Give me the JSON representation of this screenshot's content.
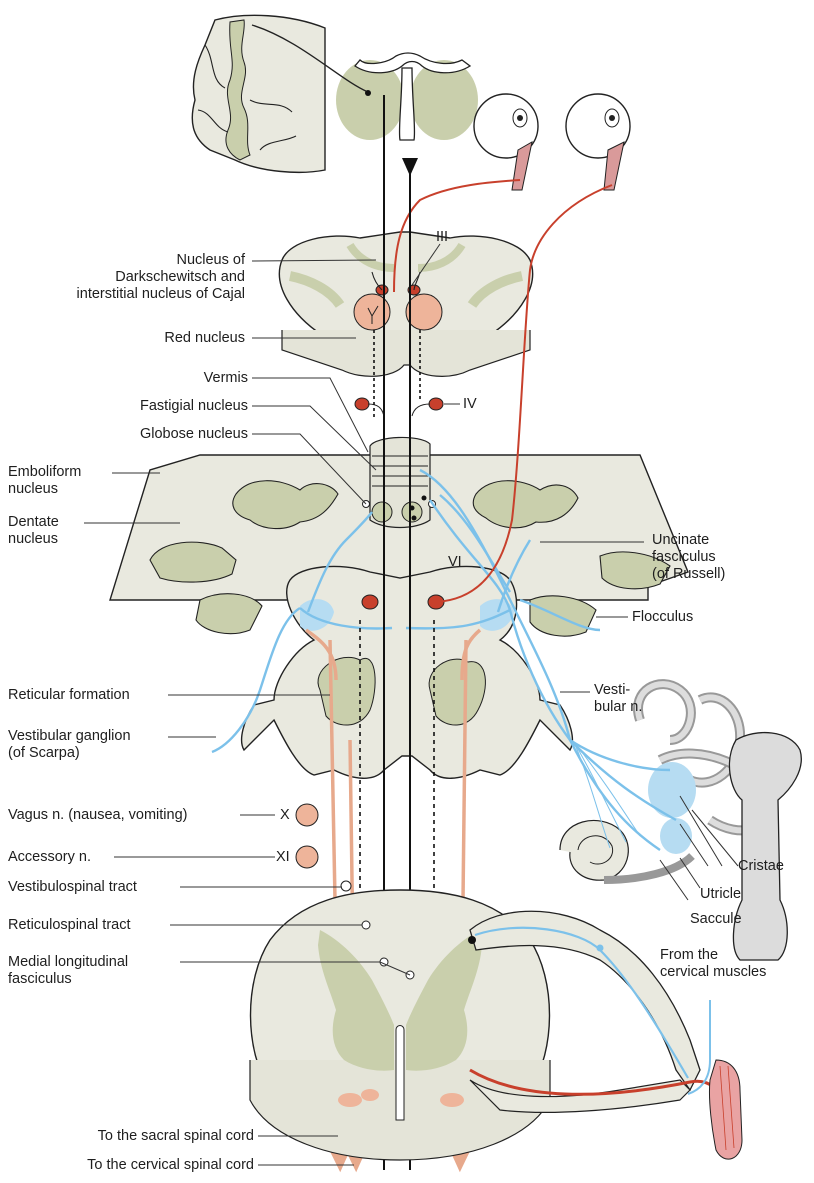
{
  "colors": {
    "tissue": "#e9e9df",
    "grey_matter": "#c9cfac",
    "outline": "#222222",
    "vestibular_blue": "#7cc1ea",
    "motor_red": "#c8402c",
    "tract_salmon": "#e7a98c",
    "nucleus_fill": "#eeb49a"
  },
  "labels": {
    "darkschewitsch": "Nucleus of\nDarkschewitsch and\ninterstitial nucleus of Cajal",
    "red_nucleus": "Red nucleus",
    "vermis": "Vermis",
    "fastigial": "Fastigial nucleus",
    "globose": "Globose nucleus",
    "emboliform": "Emboliform\nnucleus",
    "dentate": "Dentate\nnucleus",
    "reticular": "Reticular formation",
    "vestibular_ganglion": "Vestibular ganglion\n(of Scarpa)",
    "vagus": "Vagus n. (nausea, vomiting)",
    "accessory": "Accessory n.",
    "vestibulospinal": "Vestibulospinal tract",
    "reticulospinal": "Reticulospinal tract",
    "mlf": "Medial longitudinal\nfasciculus",
    "sacral": "To the sacral spinal cord",
    "cervical_cord": "To the cervical spinal cord",
    "uncinate": "Uncinate\nfasciculus\n(of Russell)",
    "flocculus": "Flocculus",
    "vestibular_n": "Vesti-\nbular n.",
    "cristae": "Cristae",
    "utricle": "Utricle",
    "saccule": "Saccule",
    "cervical_muscles": "From the\ncervical muscles",
    "cn3": "III",
    "cn4": "IV",
    "cn6": "VI",
    "cn10": "X",
    "cn11": "XI"
  }
}
